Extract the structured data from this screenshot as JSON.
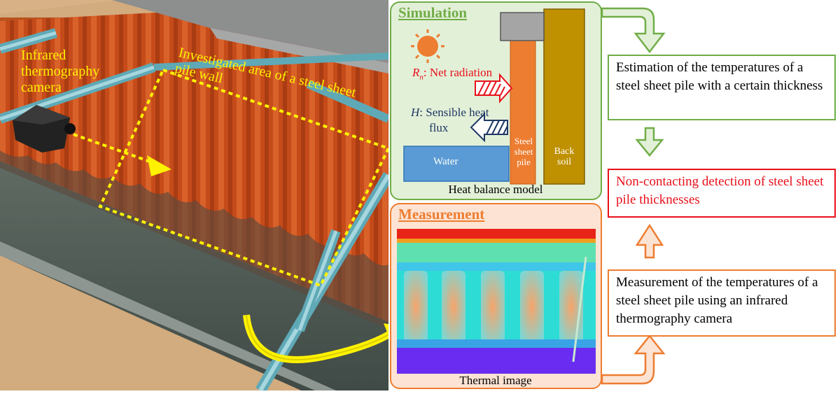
{
  "scene": {
    "camera_label": "Infrared thermography camera",
    "area_label": "Investigated area of a steel sheet pile wall"
  },
  "simulation": {
    "title": "Simulation",
    "rn_symbol": "R",
    "rn_sub": "n",
    "rn_text": ": Net radiation",
    "h_symbol": "H",
    "h_text_line1": ": Sensible heat",
    "h_text_line2": "flux",
    "water": "Water",
    "steel_line1": "Steel",
    "steel_line2": "sheet",
    "steel_line3": "pile",
    "soil_line1": "Back",
    "soil_line2": "soil",
    "caption": "Heat balance model"
  },
  "measurement": {
    "title": "Measurement",
    "caption": "Thermal image"
  },
  "boxes": {
    "estimation": "Estimation of the temperatures of a steel sheet pile with a certain thickness",
    "detection": "Non-contacting detection of steel sheet pile thicknesses",
    "measurement": "Measurement of the temperatures of a steel sheet pile using an infrared thermography camera"
  },
  "colors": {
    "green": "#70ad47",
    "orange": "#ed7d31",
    "red": "#e8101a",
    "navy": "#1f3864",
    "yellow": "#fff200"
  }
}
